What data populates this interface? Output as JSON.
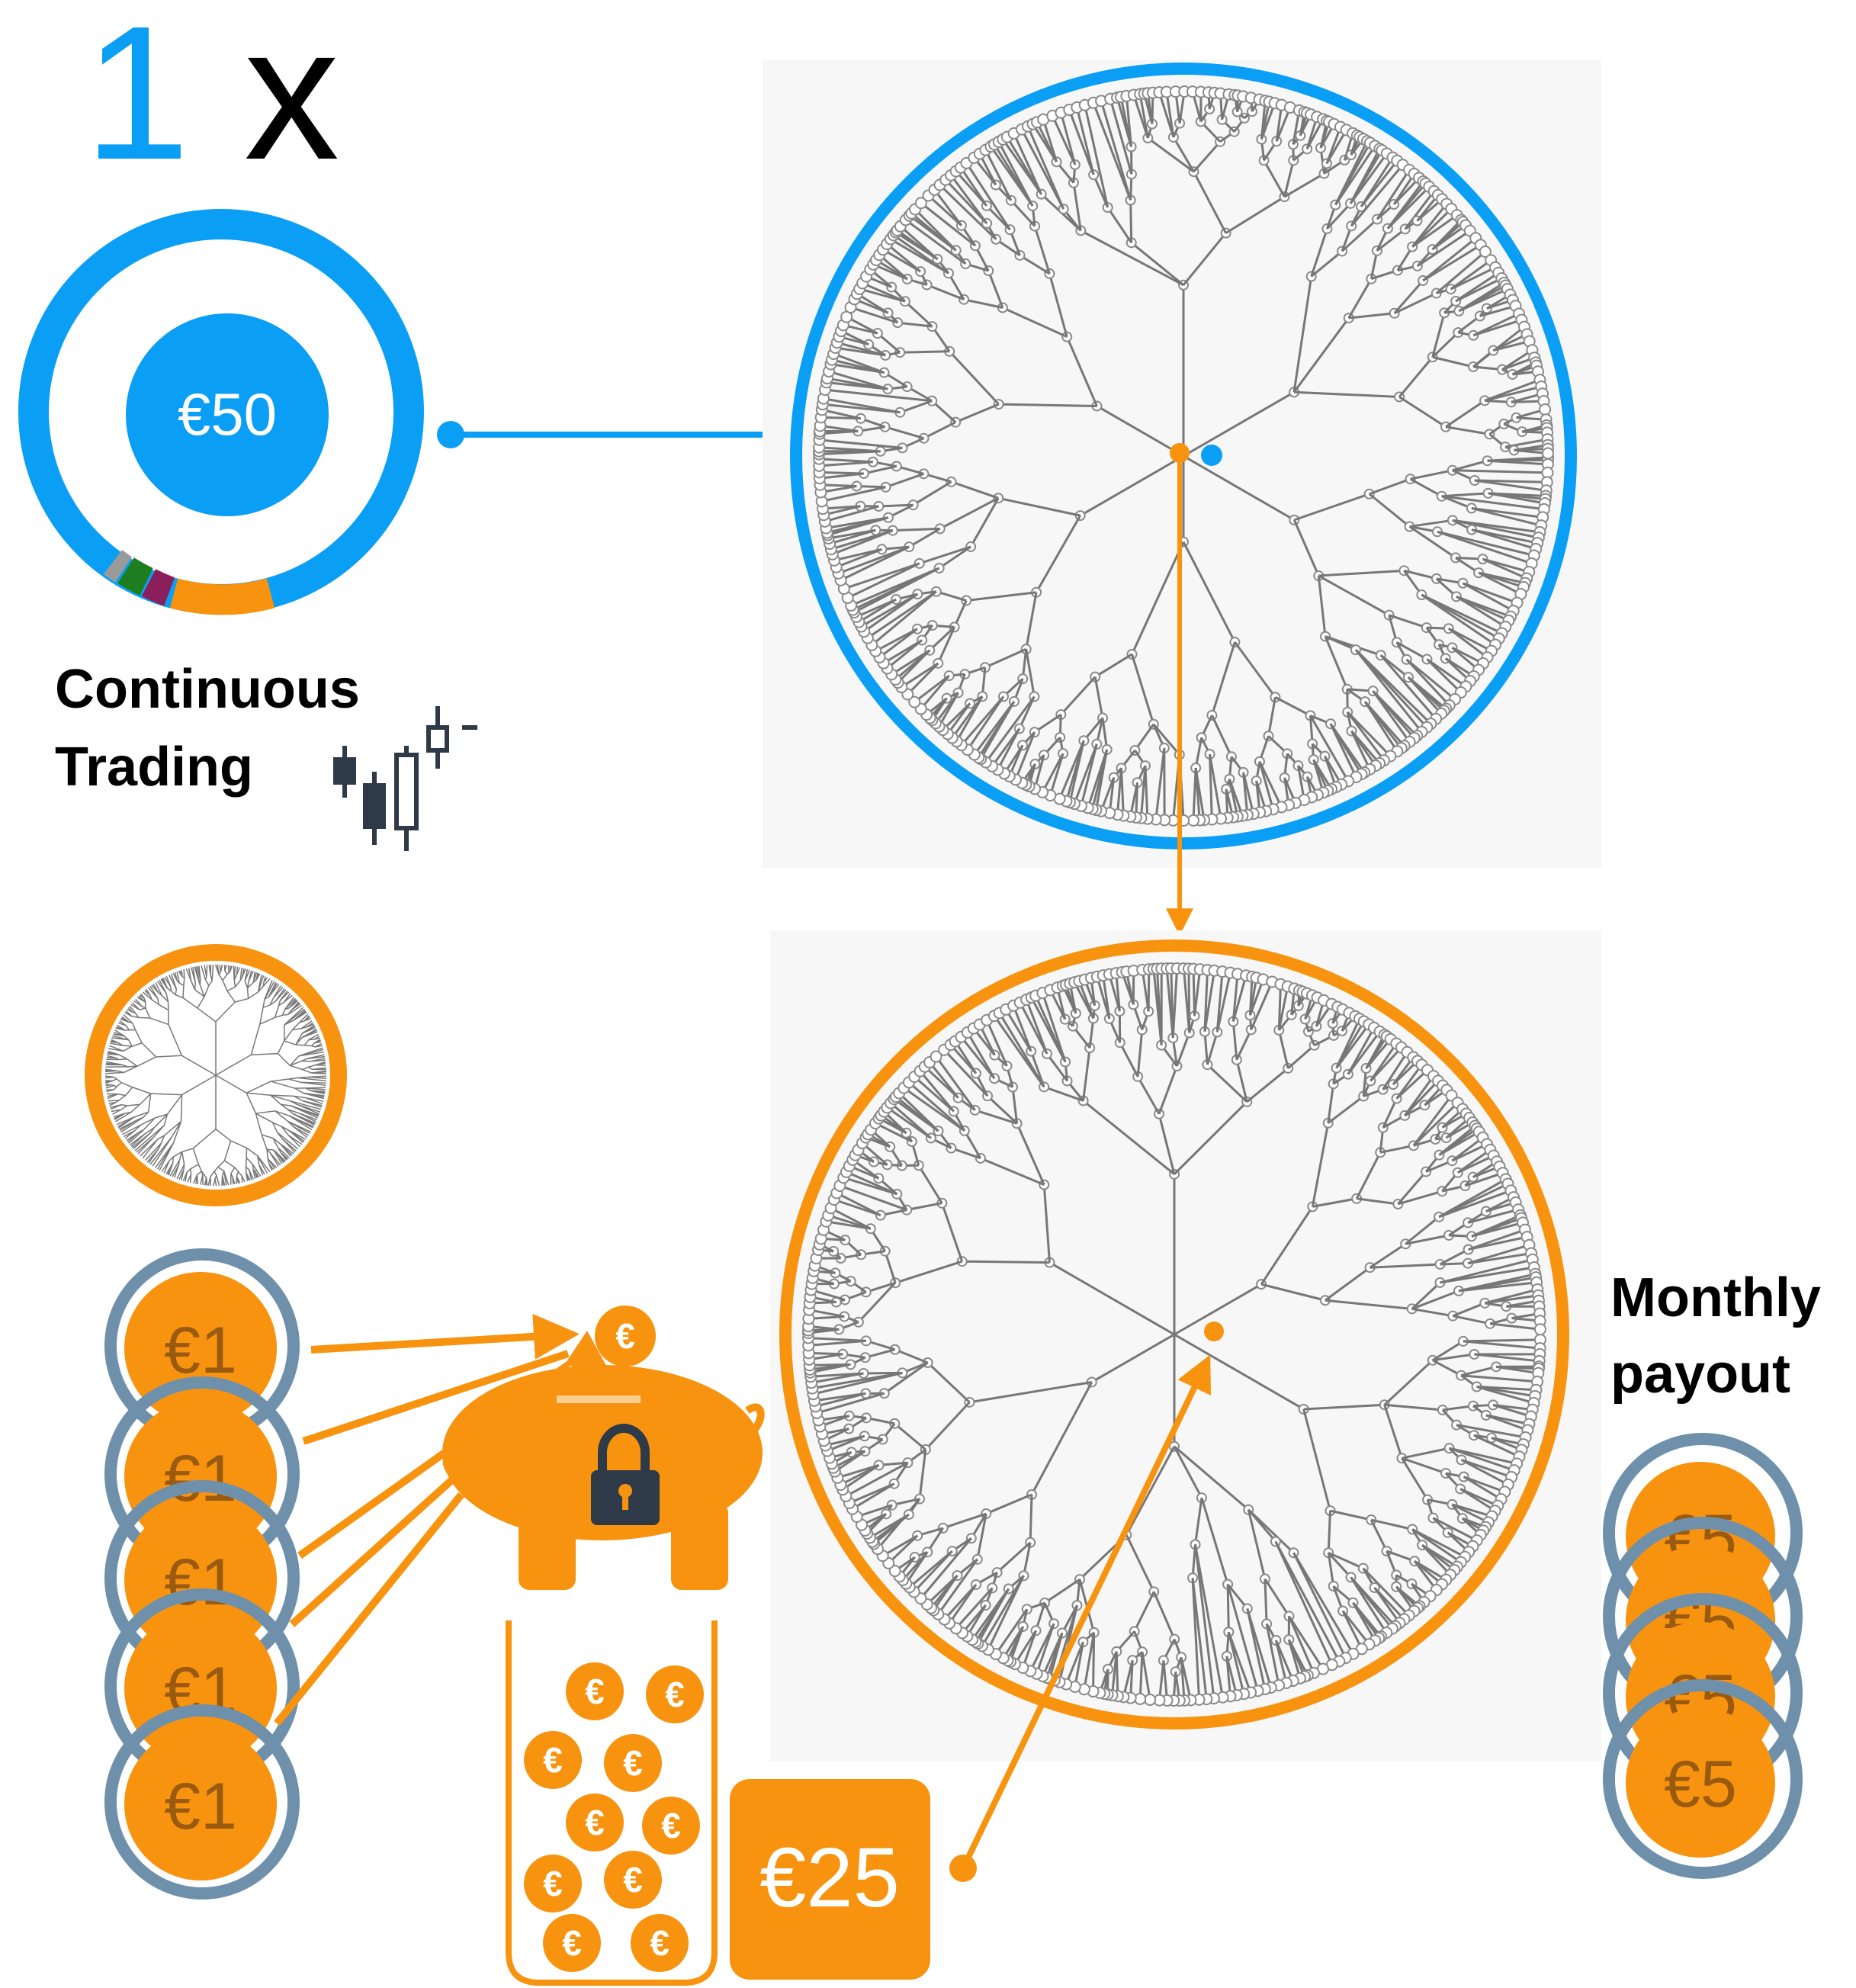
{
  "header": {
    "count": "1",
    "multiplier": "x"
  },
  "wallet": {
    "amount": "€50"
  },
  "trading": {
    "line1": "Continuous",
    "line2": "Trading"
  },
  "coins_in": {
    "labels": [
      "€1",
      "€1",
      "€1",
      "€1",
      "€1"
    ]
  },
  "piggy": {
    "coin_symbol": "€"
  },
  "jar": {
    "coin_symbol": "€"
  },
  "pool": {
    "amount": "€25"
  },
  "payout": {
    "line1": "Monthly",
    "line2": "payout",
    "labels": [
      "€5",
      "€5",
      "€5",
      "€5"
    ]
  },
  "colors": {
    "blue": "#0a9ef5",
    "orange": "#f7930e",
    "grey_ring": "#6f90ab",
    "tree_line": "#777777",
    "dark": "#2e3a47"
  },
  "icons": [
    "candlestick-icon",
    "lock-icon",
    "piggy-bank-icon",
    "euro-coin-icon"
  ]
}
